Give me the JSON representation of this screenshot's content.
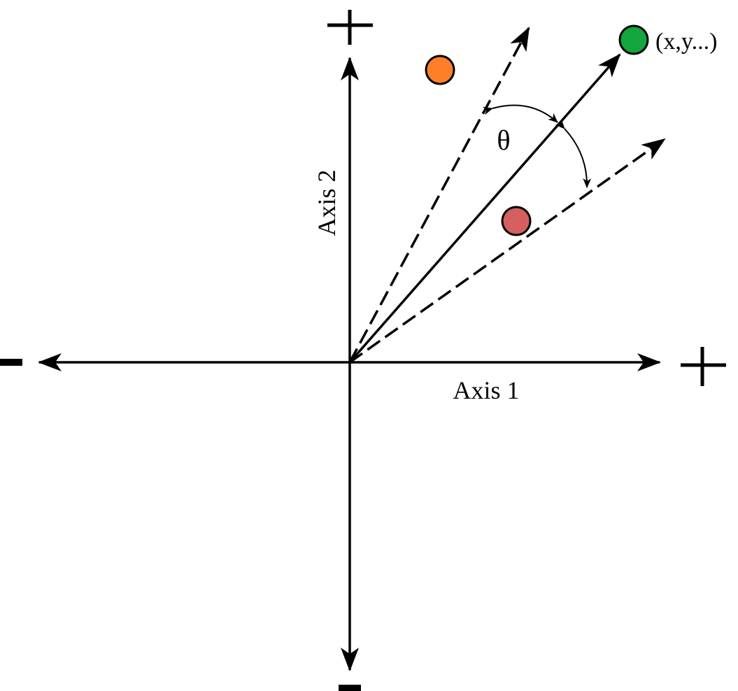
{
  "labels": {
    "axis1": "Axis 1",
    "axis2": "Axis 2",
    "theta": "θ",
    "point_label": "(x,y...)"
  },
  "colors": {
    "orange_point": "#ff7f2a",
    "green_point": "#14a53c",
    "red_point": "#d45f5f",
    "stroke": "#000000"
  },
  "icons": {
    "plus": "plus-sign",
    "minus": "minus-sign",
    "arrowhead": "arrowhead"
  }
}
